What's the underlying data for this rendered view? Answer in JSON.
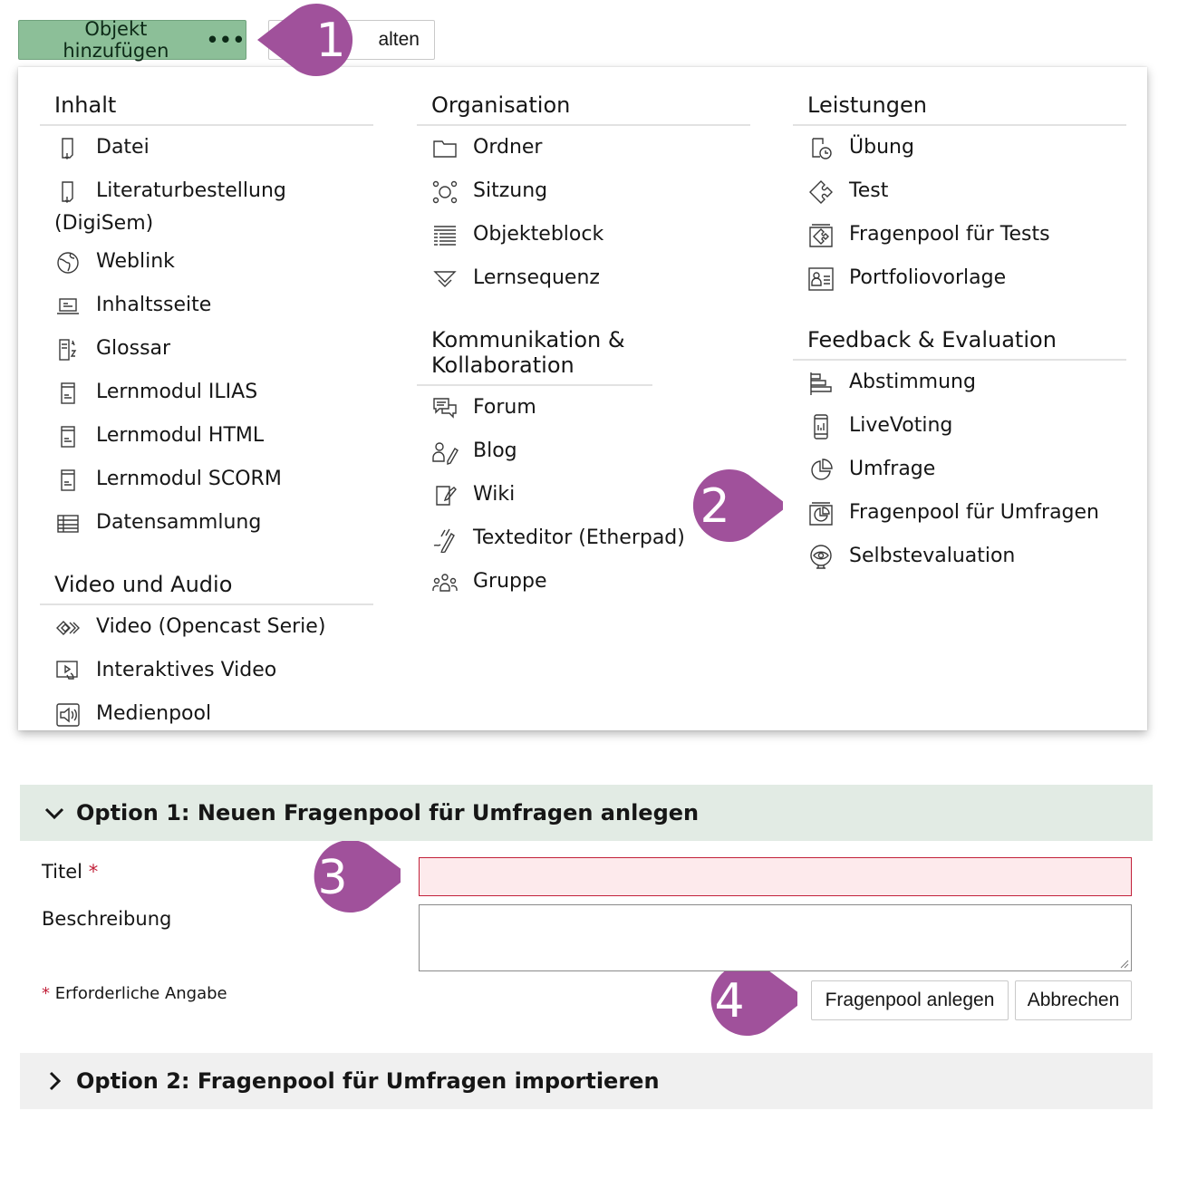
{
  "toolbar": {
    "add_label": "Objekt hinzufügen",
    "add_dots": "•••",
    "manage_label": "alten"
  },
  "columns": [
    {
      "groups": [
        {
          "title": "Inhalt",
          "items": [
            {
              "label": "Datei",
              "icon": "file-icon"
            },
            {
              "label": "Literaturbestellung",
              "label_wrap": "(DigiSem)",
              "icon": "file-icon"
            },
            {
              "label": "Weblink",
              "icon": "globe-icon"
            },
            {
              "label": "Inhaltsseite",
              "icon": "laptop-icon"
            },
            {
              "label": "Glossar",
              "icon": "glossary-icon"
            },
            {
              "label": "Lernmodul ILIAS",
              "icon": "module-icon"
            },
            {
              "label": "Lernmodul HTML",
              "icon": "module-icon"
            },
            {
              "label": "Lernmodul SCORM",
              "icon": "module-icon"
            },
            {
              "label": "Datensammlung",
              "icon": "table-icon"
            }
          ]
        },
        {
          "title": "Video und Audio",
          "items": [
            {
              "label": "Video (Opencast Serie)",
              "icon": "opencast-icon"
            },
            {
              "label": "Interaktives Video",
              "icon": "interactive-video-icon"
            },
            {
              "label": "Medienpool",
              "icon": "speaker-icon"
            }
          ]
        }
      ]
    },
    {
      "groups": [
        {
          "title": "Organisation",
          "items": [
            {
              "label": "Ordner",
              "icon": "folder-icon"
            },
            {
              "label": "Sitzung",
              "icon": "session-icon"
            },
            {
              "label": "Objekteblock",
              "icon": "list-block-icon"
            },
            {
              "label": "Lernsequenz",
              "icon": "sequence-icon"
            }
          ]
        },
        {
          "title": "Kommunikation & Kollaboration",
          "items": [
            {
              "label": "Forum",
              "icon": "forum-icon"
            },
            {
              "label": "Blog",
              "icon": "blog-icon"
            },
            {
              "label": "Wiki",
              "icon": "wiki-icon"
            },
            {
              "label": "Texteditor (Etherpad)",
              "icon": "pen-icon"
            },
            {
              "label": "Gruppe",
              "icon": "group-icon"
            }
          ]
        }
      ]
    },
    {
      "groups": [
        {
          "title": "Leistungen",
          "items": [
            {
              "label": "Übung",
              "icon": "exercise-icon"
            },
            {
              "label": "Test",
              "icon": "puzzle-icon"
            },
            {
              "label": "Fragenpool für Tests",
              "icon": "puzzle-pool-icon"
            },
            {
              "label": "Portfoliovorlage",
              "icon": "portfolio-icon"
            }
          ]
        },
        {
          "title": "Feedback & Evaluation",
          "items": [
            {
              "label": "Abstimmung",
              "icon": "poll-icon"
            },
            {
              "label": "LiveVoting",
              "icon": "livevoting-icon"
            },
            {
              "label": "Umfrage",
              "icon": "survey-icon"
            },
            {
              "label": "Fragenpool für Umfragen",
              "icon": "survey-pool-icon"
            },
            {
              "label": "Selbstevaluation",
              "icon": "eye-icon"
            }
          ]
        }
      ]
    }
  ],
  "markers": [
    "1",
    "2",
    "3",
    "4"
  ],
  "marker_color": "#a0519b",
  "option1": {
    "title": "Option 1: Neuen Fragenpool für Umfragen anlegen",
    "title_label": "Titel",
    "required_star": "*",
    "description_label": "Beschreibung",
    "required_note": "Erforderliche Angabe",
    "create_button": "Fragenpool anlegen",
    "cancel_button": "Abbrechen"
  },
  "option2": {
    "title": "Option 2: Fragenpool für Umfragen importieren"
  }
}
